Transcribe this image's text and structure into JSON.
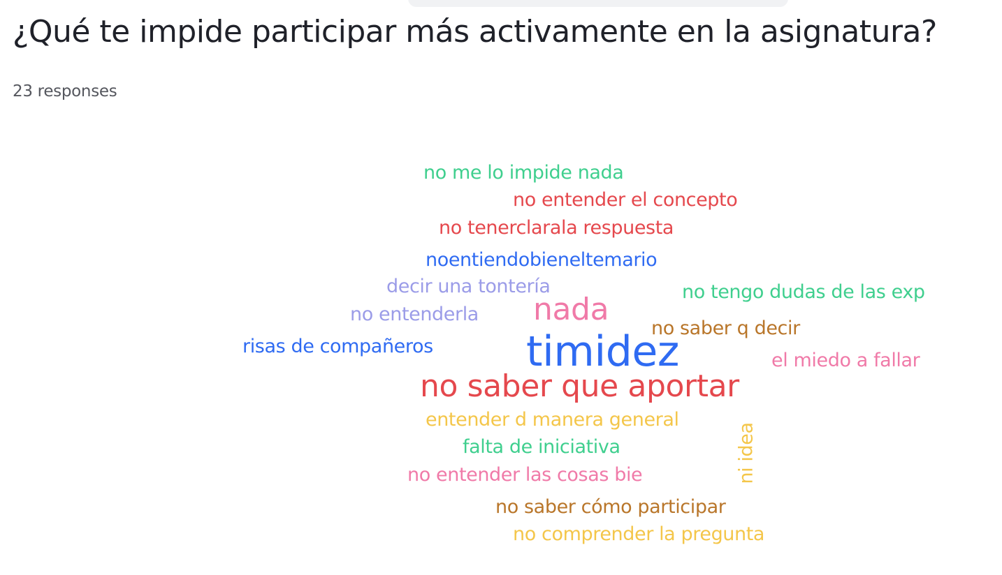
{
  "question": {
    "title": "¿Qué te impide participar más activamente en la asignatura?",
    "response_count": "23 responses"
  },
  "colors": {
    "green": "#3fcf8e",
    "red": "#e5484d",
    "blue": "#2f6bf2",
    "lavender": "#9b9ce8",
    "pink": "#f07aa8",
    "orange": "#b9762a",
    "yellow": "#f4c64a"
  },
  "wordcloud": {
    "words": [
      {
        "text": "no me lo impide nada",
        "color": "#3fcf8e"
      },
      {
        "text": "no entender el concepto",
        "color": "#e5484d"
      },
      {
        "text": "no tenerclarala respuesta",
        "color": "#e5484d"
      },
      {
        "text": "noentiendobieneltemario",
        "color": "#2f6bf2"
      },
      {
        "text": "decir una tontería",
        "color": "#9b9ce8"
      },
      {
        "text": "no tengo dudas de las exp",
        "color": "#3fcf8e"
      },
      {
        "text": "no entenderla",
        "color": "#9b9ce8"
      },
      {
        "text": "nada",
        "color": "#f07aa8"
      },
      {
        "text": "no saber q decir",
        "color": "#b9762a"
      },
      {
        "text": "risas de compañeros",
        "color": "#2f6bf2"
      },
      {
        "text": "timidez",
        "color": "#2f6bf2"
      },
      {
        "text": "el miedo a fallar",
        "color": "#f07aa8"
      },
      {
        "text": "no saber que aportar",
        "color": "#e5484d"
      },
      {
        "text": "entender d manera general",
        "color": "#f4c64a"
      },
      {
        "text": "falta de iniciativa",
        "color": "#3fcf8e"
      },
      {
        "text": "ni idea",
        "color": "#f4c64a"
      },
      {
        "text": "no entender las cosas bie",
        "color": "#f07aa8"
      },
      {
        "text": "no saber cómo participar",
        "color": "#b9762a"
      },
      {
        "text": "no comprender la pregunta",
        "color": "#f4c64a"
      }
    ]
  }
}
